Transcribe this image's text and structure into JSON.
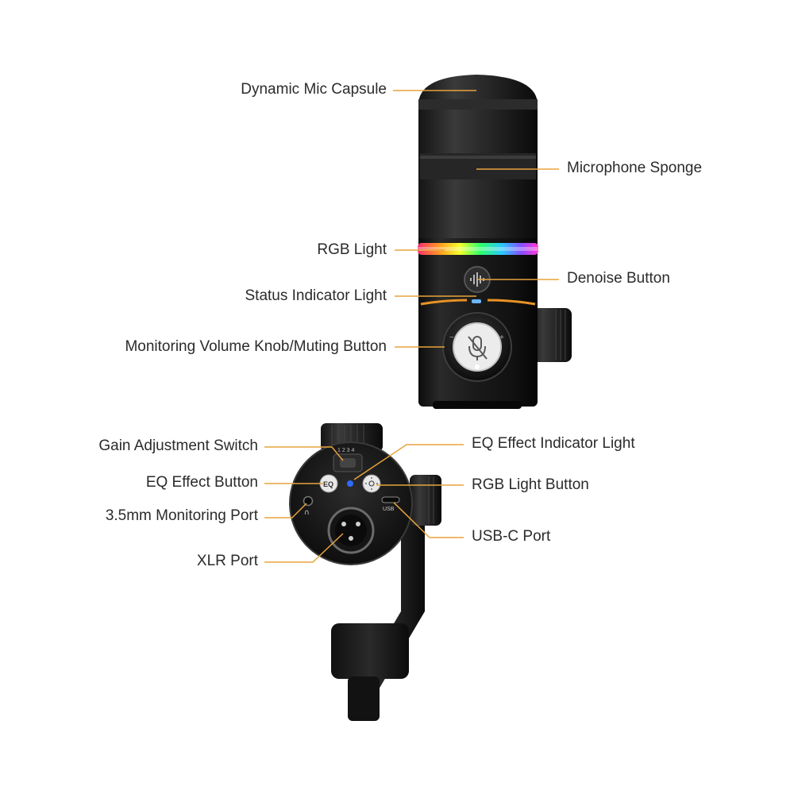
{
  "diagram": {
    "accent_color": "#e8a33d",
    "labels": {
      "dynamic_mic_capsule": "Dynamic Mic Capsule",
      "microphone_sponge": "Microphone Sponge",
      "rgb_light": "RGB Light",
      "denoise_button": "Denoise Button",
      "status_indicator_light": "Status Indicator Light",
      "monitoring_volume_knob": "Monitoring Volume Knob/Muting Button",
      "gain_adjustment_switch": "Gain Adjustment Switch",
      "eq_effect_indicator_light": "EQ Effect Indicator Light",
      "eq_effect_button": "EQ Effect Button",
      "rgb_light_button": "RGB Light Button",
      "monitoring_port": "3.5mm Monitoring Port",
      "usb_c_port": "USB-C Port",
      "xlr_port": "XLR Port"
    },
    "device_markings": {
      "eq": "EQ",
      "usb": "USB",
      "knob_minus": "−",
      "knob_plus": "+",
      "gain_scale": "1 2 3 4"
    }
  }
}
